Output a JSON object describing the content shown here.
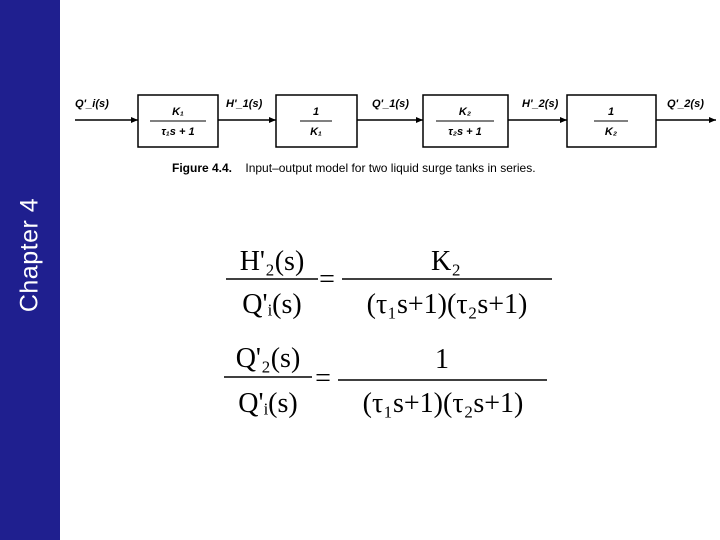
{
  "sidebar": {
    "label": "Chapter 4",
    "color": "#1f1f8f"
  },
  "diagram": {
    "signals": [
      "Q'_i(s)",
      "H'_1(s)",
      "Q'_1(s)",
      "H'_2(s)",
      "Q'_2(s)"
    ],
    "blocks": [
      {
        "num": "K₁",
        "den": "τ₁s + 1"
      },
      {
        "num": "1",
        "den": "K₁"
      },
      {
        "num": "K₂",
        "den": "τ₂s + 1"
      },
      {
        "num": "1",
        "den": "K₂"
      }
    ],
    "caption": {
      "label": "Figure 4.4.",
      "text": "Input–output model for two liquid surge tanks in series."
    }
  },
  "equations": [
    {
      "lhs_num": "H'₂(s)",
      "lhs_den": "Q'ᵢ(s)",
      "equals": "=",
      "rhs_num": "K₂",
      "rhs_den": "(τ₁s+1)(τ₂s+1)"
    },
    {
      "lhs_num": "Q'₂(s)",
      "lhs_den": "Q'ᵢ(s)",
      "equals": "=",
      "rhs_num": "1",
      "rhs_den": "(τ₁s+1)(τ₂s+1)"
    }
  ]
}
